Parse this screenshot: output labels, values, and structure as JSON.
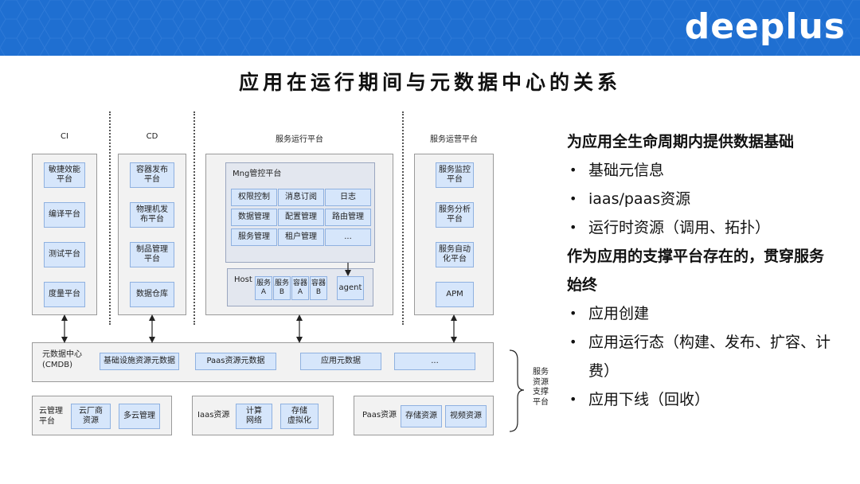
{
  "header": {
    "logo": "deeplus"
  },
  "title": "应用在运行期间与元数据中心的关系",
  "diagram": {
    "columns": {
      "ci": {
        "title": "CI",
        "items": [
          "敏捷效能\n平台",
          "编译平台",
          "测试平台",
          "度量平台"
        ]
      },
      "cd": {
        "title": "CD",
        "items": [
          "容器发布\n平台",
          "物理机发\n布平台",
          "制品管理\n平台",
          "数据仓库"
        ]
      },
      "run": {
        "title": "服务运行平台",
        "mng": {
          "title": "Mng管控平台",
          "cells": [
            "权限控制",
            "消息订阅",
            "日志",
            "数据管理",
            "配置管理",
            "路由管理",
            "服务管理",
            "租户管理",
            "..."
          ]
        },
        "host": {
          "title": "Host",
          "cells": [
            "服务\nA",
            "服务\nB",
            "容器\nA",
            "容器\nB"
          ],
          "agent": "agent"
        }
      },
      "ops": {
        "title": "服务运营平台",
        "items": [
          "服务监控\n平台",
          "服务分析\n平台",
          "服务自动\n化平台",
          "APM"
        ]
      }
    },
    "cmdb": {
      "title": "元数据中心\n(CMDB)",
      "cells": [
        "基础设施资源元数据",
        "Paas资源元数据",
        "应用元数据",
        "..."
      ]
    },
    "support": {
      "label": "服务\n资源\n支撑\n平台",
      "cloud": {
        "title": "云管理\n平台",
        "cells": [
          "云厂商\n资源",
          "多云管理"
        ]
      },
      "iaas": {
        "title": "Iaas资源",
        "cells": [
          "计算\n网络",
          "存储\n虚拟化"
        ]
      },
      "paas": {
        "title": "Paas资源",
        "cells": [
          "存储资源",
          "视频资源"
        ]
      }
    }
  },
  "right_panel": {
    "heading1": "为应用全生命周期内提供数据基础",
    "list1": [
      "基础元信息",
      "iaas/paas资源",
      "运行时资源（调用、拓扑）"
    ],
    "heading2a": "作为应用的支撑平台存在的，贯穿服务",
    "heading2b": "始终",
    "list2": [
      "应用创建",
      "应用运行态（构建、发布、扩容、计",
      "应用下线（回收）"
    ],
    "list2_cont": "费）"
  }
}
